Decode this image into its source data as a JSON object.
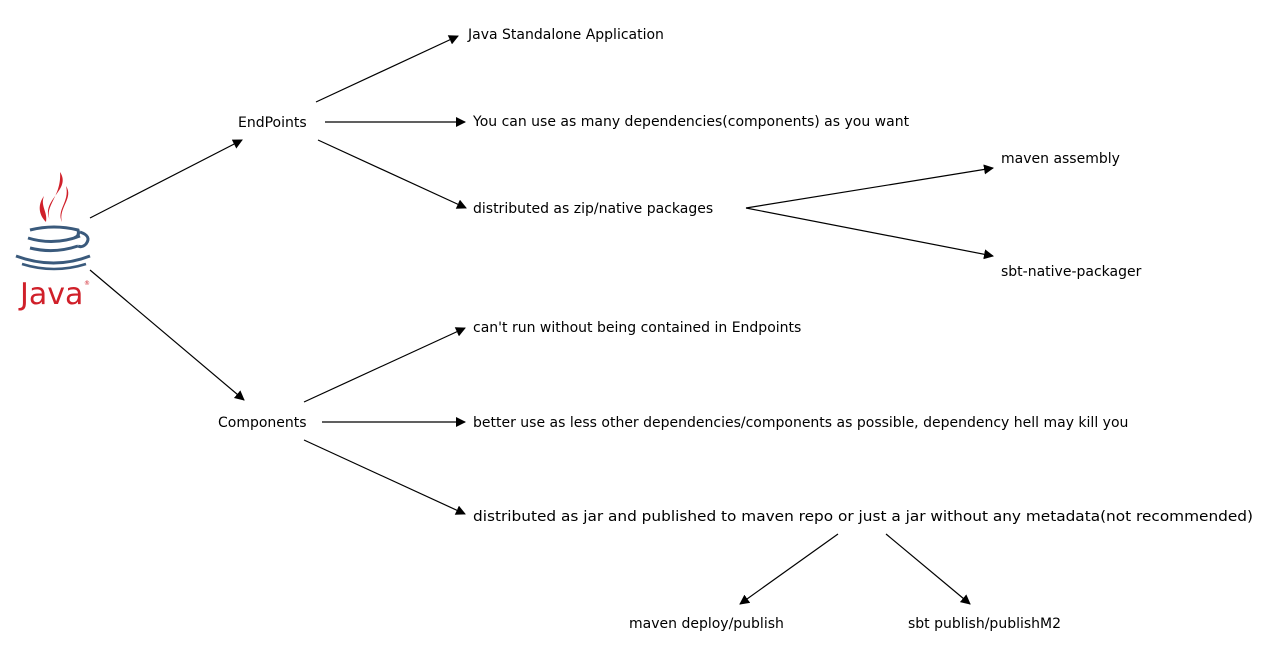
{
  "logo": {
    "icon": "java-coffee-cup-icon",
    "word": "Java",
    "trademark": "®",
    "flame_color": "#d0202a",
    "cup_color": "#3a5a7c",
    "word_color": "#d0202a"
  },
  "nodes": {
    "endpoints": "EndPoints",
    "components": "Components",
    "java_standalone": "Java Standalone Application",
    "many_dependencies": "You can use as many dependencies(components) as you want",
    "distributed_zip": "distributed as zip/native packages",
    "maven_assembly": "maven assembly",
    "sbt_native_packager": "sbt-native-packager",
    "cant_run": "can't run without being contained in Endpoints",
    "better_use": "better use as less other dependencies/components as possible, dependency hell may kill you",
    "distributed_jar": "distributed as jar and published to maven repo or just a jar without any metadata(not recommended)",
    "maven_deploy": "maven deploy/publish",
    "sbt_publish": "sbt publish/publishM2"
  }
}
